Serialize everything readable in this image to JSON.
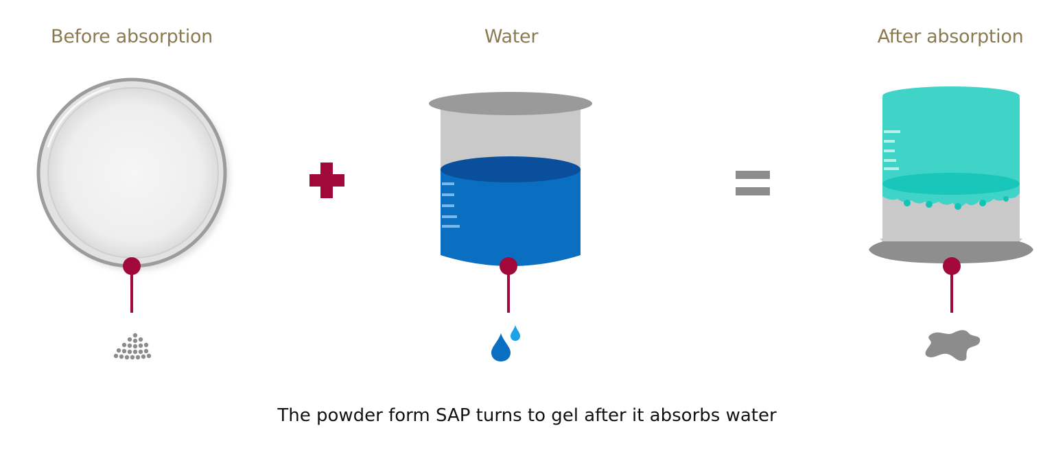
{
  "headings": {
    "before": "Before absorption",
    "water": "Water",
    "after": "After absorption"
  },
  "caption": "The powder form SAP turns to gel after it absorbs water",
  "operators": {
    "plus": "plus-sign",
    "equals": "equals-sign"
  },
  "icons": {
    "before": "powder-granules-icon",
    "water": "water-drops-icon",
    "after": "gel-blob-icon"
  },
  "colors": {
    "heading": "#8a7a52",
    "accent": "#a0093a",
    "water_blue": "#0a6fc0",
    "water_light": "#1aa3e6",
    "gel_teal": "#3fd3c8",
    "gray": "#8c8c8c",
    "beaker_gray": "#c8c8c8"
  }
}
